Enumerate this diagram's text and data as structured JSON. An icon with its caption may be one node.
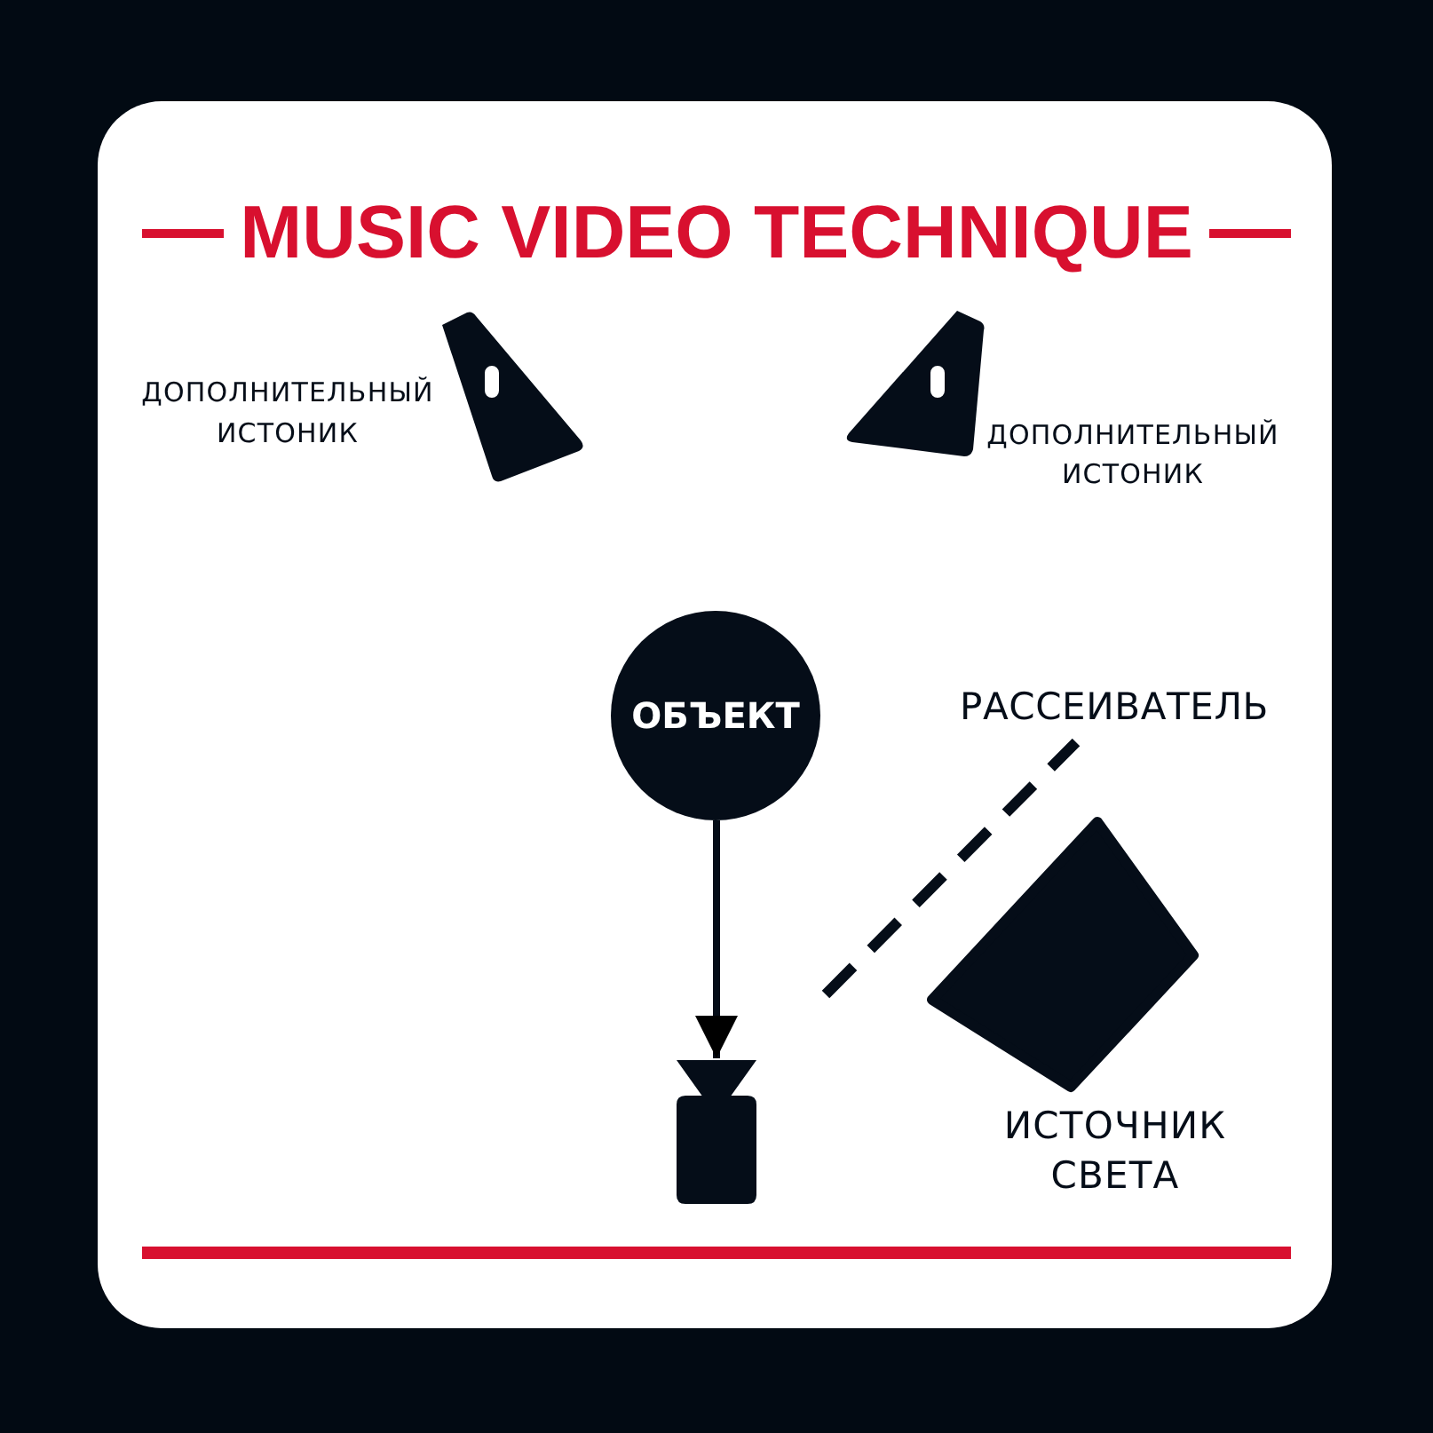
{
  "diagram": {
    "title": "MUSIC VIDEO TECHNIQUE",
    "nodes": [
      {
        "text": [
          "ОБЪЕКТ"
        ]
      },
      {
        "text": [],
        "shape": "box"
      }
    ],
    "edges": [
      {
        "from": 0,
        "to": 1,
        "arrow": "to"
      }
    ],
    "labels": [
      "ДОПОЛНИТЕЛЬНЫЙ ИСТОНИК",
      "ДОПОЛНИТЕЛЬНЫЙ ИСТОНИК",
      "РАССЕИВАТЕЛЬ",
      "ИСТОЧНИК СВЕТА"
    ]
  }
}
